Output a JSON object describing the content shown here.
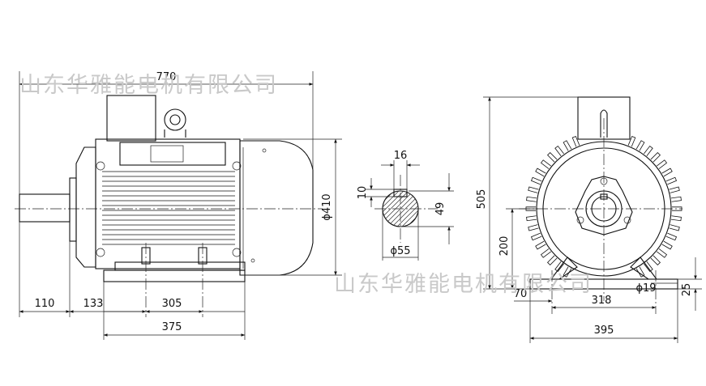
{
  "watermark": "山东华雅能电机有限公司",
  "dimensions": {
    "overall_length": "770",
    "shaft_length": "110",
    "foot_to_shaft": "133",
    "foot_hole_span": "305",
    "foot_length": "375",
    "height_diameter": "ϕ410",
    "key_width": "16",
    "key_depth": "10",
    "shaft_section_height": "49",
    "shaft_diameter": "ϕ55",
    "total_height": "505",
    "shaft_center_height": "200",
    "foot_width_offset": "70",
    "foot_hole_width": "318",
    "hole_diameter": "ϕ19",
    "foot_thickness": "25",
    "foot_width": "395"
  }
}
